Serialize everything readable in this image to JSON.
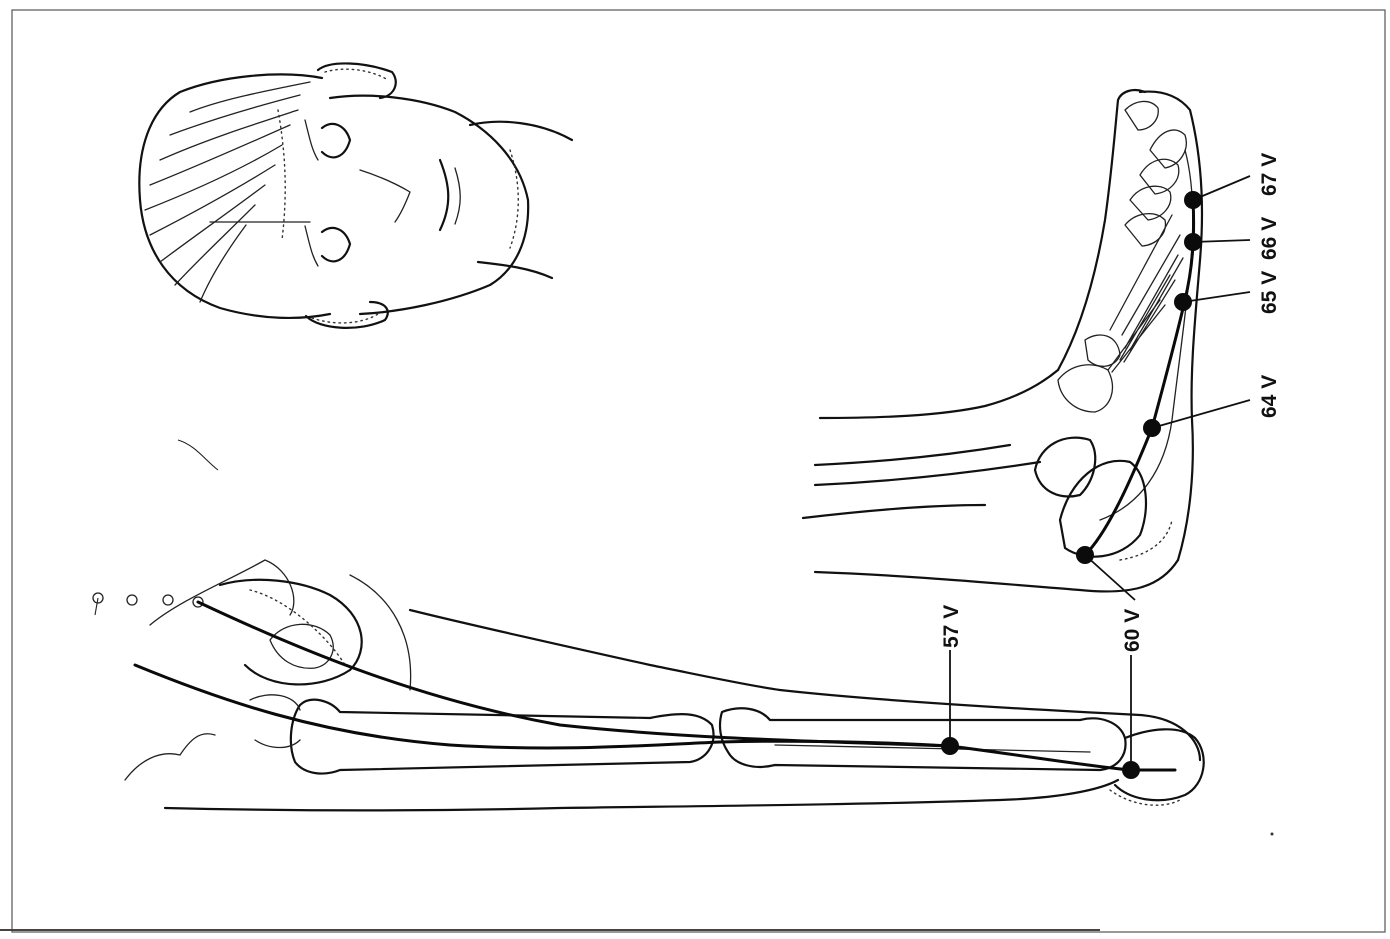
{
  "points": {
    "p57": {
      "label": "57 V"
    },
    "p60": {
      "label": "60 V"
    },
    "p64": {
      "label": "64 V"
    },
    "p65": {
      "label": "65 V"
    },
    "p66": {
      "label": "66 V"
    },
    "p67": {
      "label": "67 V"
    }
  },
  "colors": {
    "ink": "#111111",
    "paper": "#ffffff"
  }
}
